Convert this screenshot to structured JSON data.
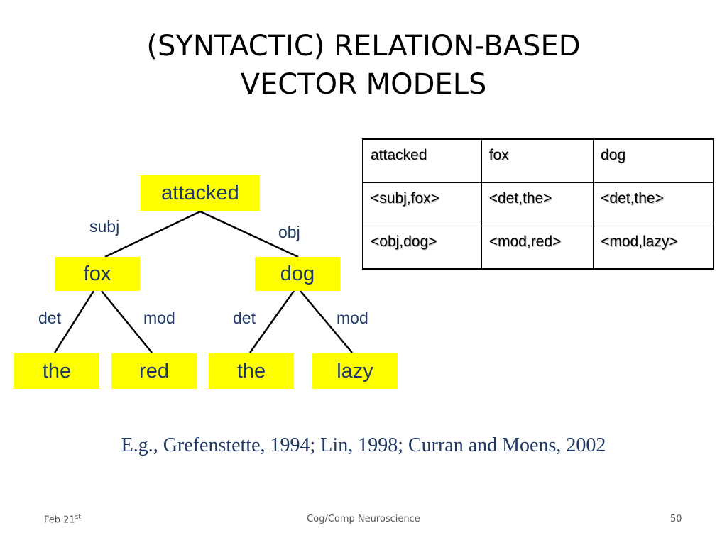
{
  "slide": {
    "title_line1": "(SYNTACTIC) RELATION-BASED",
    "title_line2": "VECTOR MODELS"
  },
  "tree": {
    "nodes": {
      "attacked": "attacked",
      "fox": "fox",
      "dog": "dog",
      "the1": "the",
      "red": "red",
      "the2": "the",
      "lazy": "lazy"
    },
    "edges": {
      "subj": "subj",
      "obj": "obj",
      "det1": "det",
      "mod1": "mod",
      "det2": "det",
      "mod2": "mod"
    }
  },
  "table": {
    "rows": [
      [
        "attacked",
        "fox",
        "dog"
      ],
      [
        "<subj,fox>",
        "<det,the>",
        "<det,the>"
      ],
      [
        "<obj,dog>",
        "<mod,red>",
        "<mod,lazy>"
      ]
    ]
  },
  "citation": "E.g., Grefenstette, 1994; Lin, 1998; Curran and Moens, 2002",
  "footer": {
    "date_main": "Feb 21",
    "date_sup": "st",
    "course": "Cog/Comp Neuroscience",
    "page": "50"
  },
  "colors": {
    "node_fill": "#ffff00",
    "label_text": "#1f3864"
  }
}
